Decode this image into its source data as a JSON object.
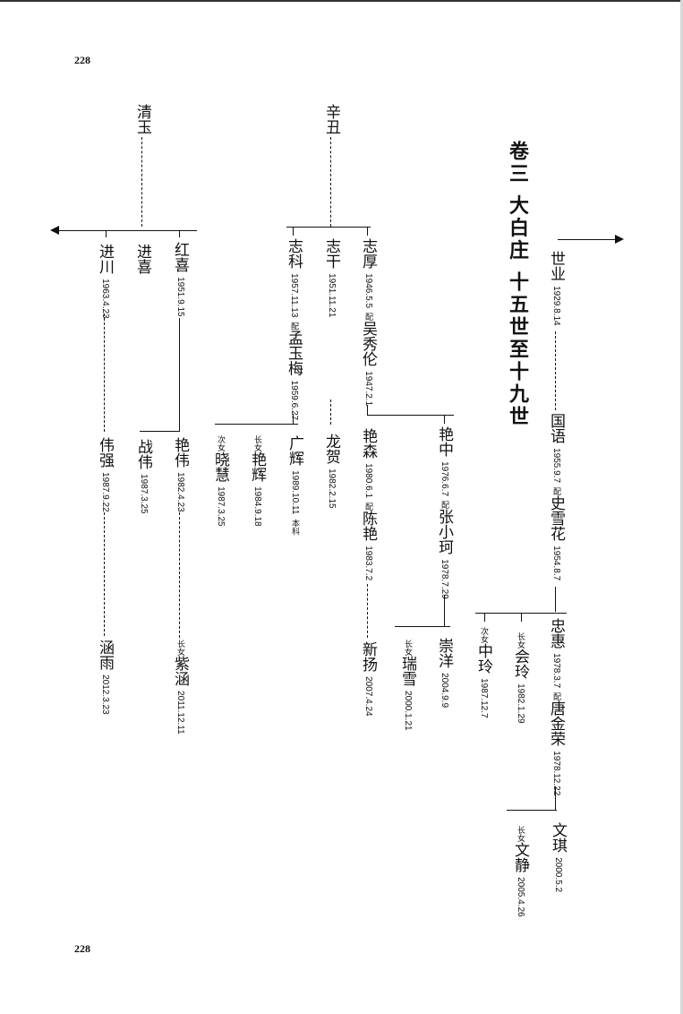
{
  "page": {
    "number_top": "228",
    "number_bottom": "228"
  },
  "title": "卷三  大白庄  十五世至十九世",
  "entries": {
    "shiye": {
      "name": "世业",
      "date": "1929.8.14"
    },
    "guoyu": {
      "name": "国语",
      "date": "1955.9.7",
      "pei": "配",
      "spouse": "史雪花",
      "spouse_date": "1954.8.7"
    },
    "zhonghui": {
      "name": "忠惠",
      "date": "1978.3.7",
      "pei": "配",
      "spouse": "唐金荣",
      "spouse_date": "1978.12.22"
    },
    "huiling": {
      "rank": "长女",
      "name": "会玲",
      "date": "1982.1.29"
    },
    "zhongling": {
      "rank": "次女",
      "name": "中玲",
      "date": "1987.12.7"
    },
    "wenqi": {
      "name": "文琪",
      "date": "2000.5.2"
    },
    "wenjing": {
      "rank": "长女",
      "name": "文静",
      "date": "2005.4.26"
    },
    "xinchou": {
      "name": "辛丑"
    },
    "zhihou": {
      "name": "志厚",
      "date": "1946.5.5",
      "pei": "配",
      "spouse": "吴秀伦",
      "spouse_date": "1947.2.1"
    },
    "zhigan": {
      "name": "志干",
      "date": "1951.11.21"
    },
    "zhike": {
      "name": "志科",
      "date": "1957.11.13",
      "pei": "配",
      "spouse": "孟玉梅",
      "spouse_date": "1959.6.27"
    },
    "yanzhong": {
      "name": "艳中",
      "date": "1976.6.7",
      "pei": "配",
      "spouse": "张小珂",
      "spouse_date": "1978.7.29"
    },
    "yansen": {
      "name": "艳森",
      "date": "1980.6.1",
      "pei": "配",
      "spouse": "陈艳",
      "spouse_date": "1983.7.2"
    },
    "longhe": {
      "name": "龙贺",
      "date": "1982.2.15"
    },
    "guanghui": {
      "name": "广辉",
      "date": "1989.10.11",
      "note": "本科"
    },
    "yanhui": {
      "rank": "长女",
      "name": "艳辉",
      "date": "1984.9.18"
    },
    "xiaohui": {
      "rank": "次女",
      "name": "晓慧",
      "date": "1987.3.25"
    },
    "chongyang": {
      "name": "崇洋",
      "date": "2004.9.9"
    },
    "ruixue": {
      "rank": "长女",
      "name": "瑞雪",
      "date": "2000.1.21"
    },
    "xinyang": {
      "name": "新扬",
      "date": "2007.4.24"
    },
    "qingyu": {
      "name": "清玉"
    },
    "hongxi": {
      "name": "红喜",
      "date": "1951.9.15"
    },
    "jinxi": {
      "name": "进喜"
    },
    "jinchuan": {
      "name": "进川",
      "date": "1963.4.23"
    },
    "yanwei": {
      "name": "艳伟",
      "date": "1982.4.23"
    },
    "zhanwei": {
      "name": "战伟",
      "date": "1987.3.25"
    },
    "weiqiang": {
      "name": "伟强",
      "date": "1987.9.22"
    },
    "zihan": {
      "rank": "长女",
      "name": "紫涵",
      "date": "2011.12.11"
    },
    "hanyu": {
      "name": "涵雨",
      "date": "2012.3.23"
    }
  }
}
